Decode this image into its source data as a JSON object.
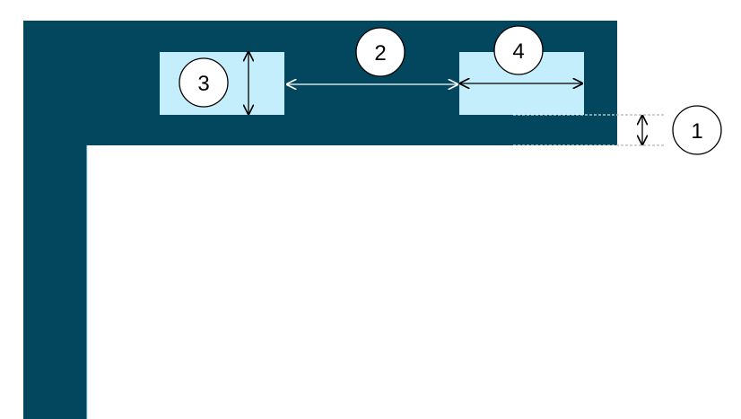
{
  "colors": {
    "frame": "#02475e",
    "tile": "#c4eefc",
    "background": "#ffffff",
    "arrow_on_dark": "#ffffff",
    "arrow_on_light": "#000000",
    "dashed_guide": "#ffffff"
  },
  "markers": {
    "m1": "1",
    "m2": "2",
    "m3": "3",
    "m4": "4"
  }
}
